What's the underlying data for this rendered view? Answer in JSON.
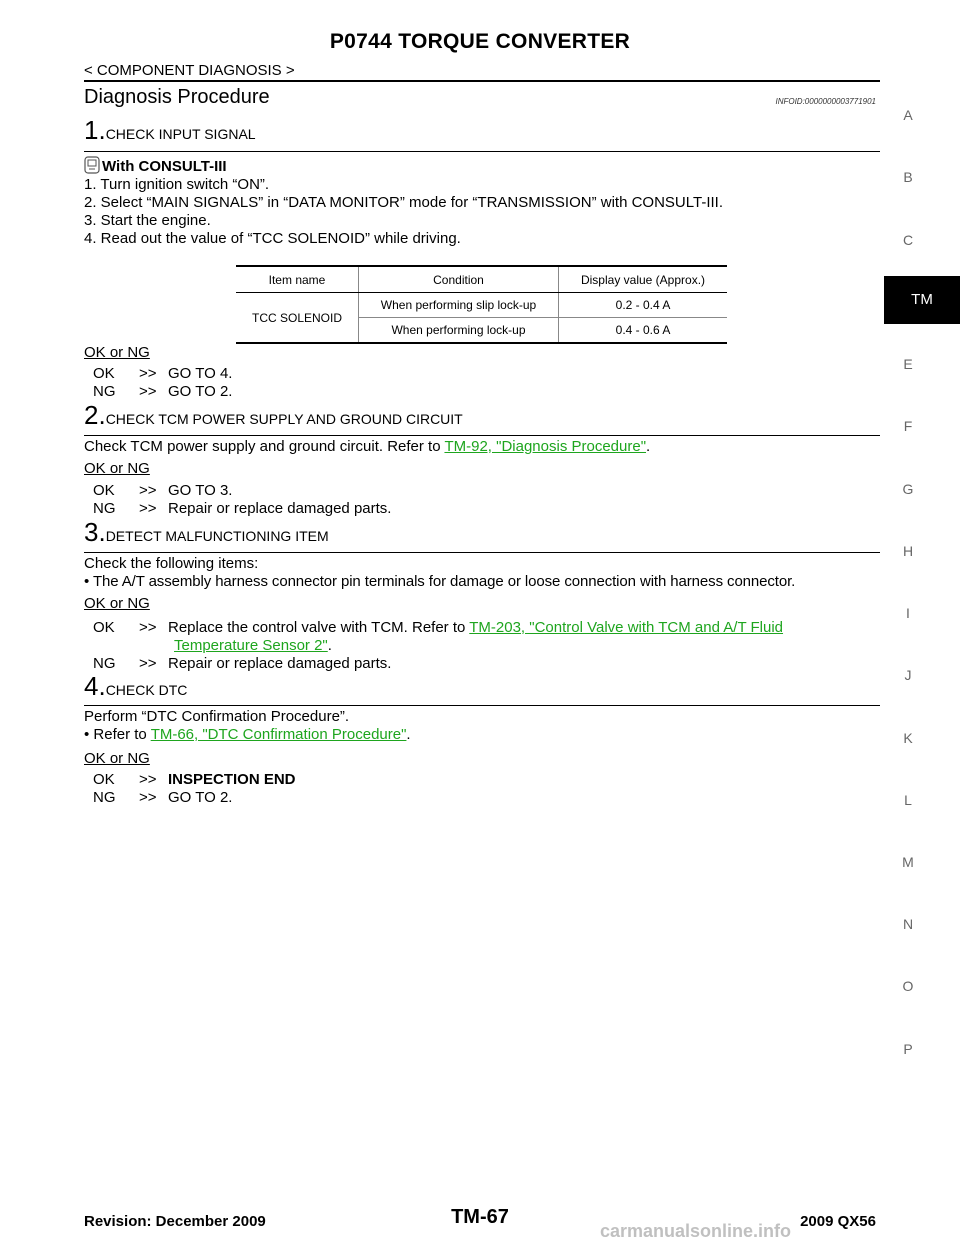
{
  "header": {
    "title": "P0744 TORQUE CONVERTER",
    "breadcrumb": "< COMPONENT DIAGNOSIS >",
    "section_title": "Diagnosis Procedure",
    "info_id": "INFOID:0000000003771901"
  },
  "step1": {
    "num": "1.",
    "heading": "CHECK INPUT SIGNAL",
    "consult_label": "With CONSULT-III",
    "instructions": [
      "1.   Turn ignition switch “ON”.",
      "2.   Select “MAIN SIGNALS” in “DATA MONITOR” mode for “TRANSMISSION” with CONSULT-III.",
      "3.   Start the engine.",
      "4.   Read out the value of “TCC SOLENOID” while driving."
    ],
    "table": {
      "headers": [
        "Item name",
        "Condition",
        "Display value (Approx.)"
      ],
      "item": "TCC SOLENOID",
      "rows": [
        {
          "condition": "When performing slip lock-up",
          "value": "0.2 - 0.4 A"
        },
        {
          "condition": "When performing lock-up",
          "value": "0.4 - 0.6 A"
        }
      ]
    },
    "ok_or_ng": "OK or NG",
    "results": [
      {
        "key": "OK",
        "arrow": ">>",
        "text": "GO TO 4."
      },
      {
        "key": "NG",
        "arrow": ">>",
        "text": "GO TO 2."
      }
    ]
  },
  "step2": {
    "num": "2.",
    "heading": "CHECK TCM POWER SUPPLY AND GROUND CIRCUIT",
    "text_before": "Check TCM power supply and ground circuit. Refer to ",
    "link": "TM-92, \"Diagnosis Procedure\"",
    "text_after": ".",
    "ok_or_ng": "OK or NG",
    "results": [
      {
        "key": "OK",
        "arrow": ">>",
        "text": "GO TO 3."
      },
      {
        "key": "NG",
        "arrow": ">>",
        "text": "Repair or replace damaged parts."
      }
    ]
  },
  "step3": {
    "num": "3.",
    "heading": "DETECT MALFUNCTIONING ITEM",
    "line1": "Check the following items:",
    "bullet": "•  The A/T assembly harness connector pin terminals for damage or loose connection with harness connector.",
    "ok_or_ng": "OK or NG",
    "ok_key": "OK",
    "ok_arrow": ">>",
    "ok_text": "Replace  the  control  valve  with  TCM.  Refer  to ",
    "ok_link_1": "TM-203,  \"Control  Valve  with  TCM  and  A/T  Fluid",
    "ok_link_2": "Temperature Sensor 2\"",
    "ok_after": ".",
    "ng_key": "NG",
    "ng_arrow": ">>",
    "ng_text": "Repair or replace damaged parts."
  },
  "step4": {
    "num": "4.",
    "heading": "CHECK DTC",
    "line1": "Perform “DTC Confirmation Procedure”.",
    "bullet_before": "•  Refer to ",
    "link": "TM-66, \"DTC Confirmation Procedure\"",
    "bullet_after": ".",
    "ok_or_ng": "OK or NG",
    "ok_key": "OK",
    "ok_arrow": ">>",
    "ok_text": "INSPECTION END",
    "ng_key": "NG",
    "ng_arrow": ">>",
    "ng_text": "GO TO 2."
  },
  "side_index": [
    "A",
    "B",
    "C",
    "TM",
    "E",
    "F",
    "G",
    "H",
    "I",
    "J",
    "K",
    "L",
    "M",
    "N",
    "O",
    "P"
  ],
  "footer": {
    "revision": "Revision: December 2009",
    "page": "TM-67",
    "model": "2009 QX56",
    "watermark": "carmanualsonline.info"
  },
  "colors": {
    "link": "#1ea51e",
    "tab_bg": "#000000"
  }
}
